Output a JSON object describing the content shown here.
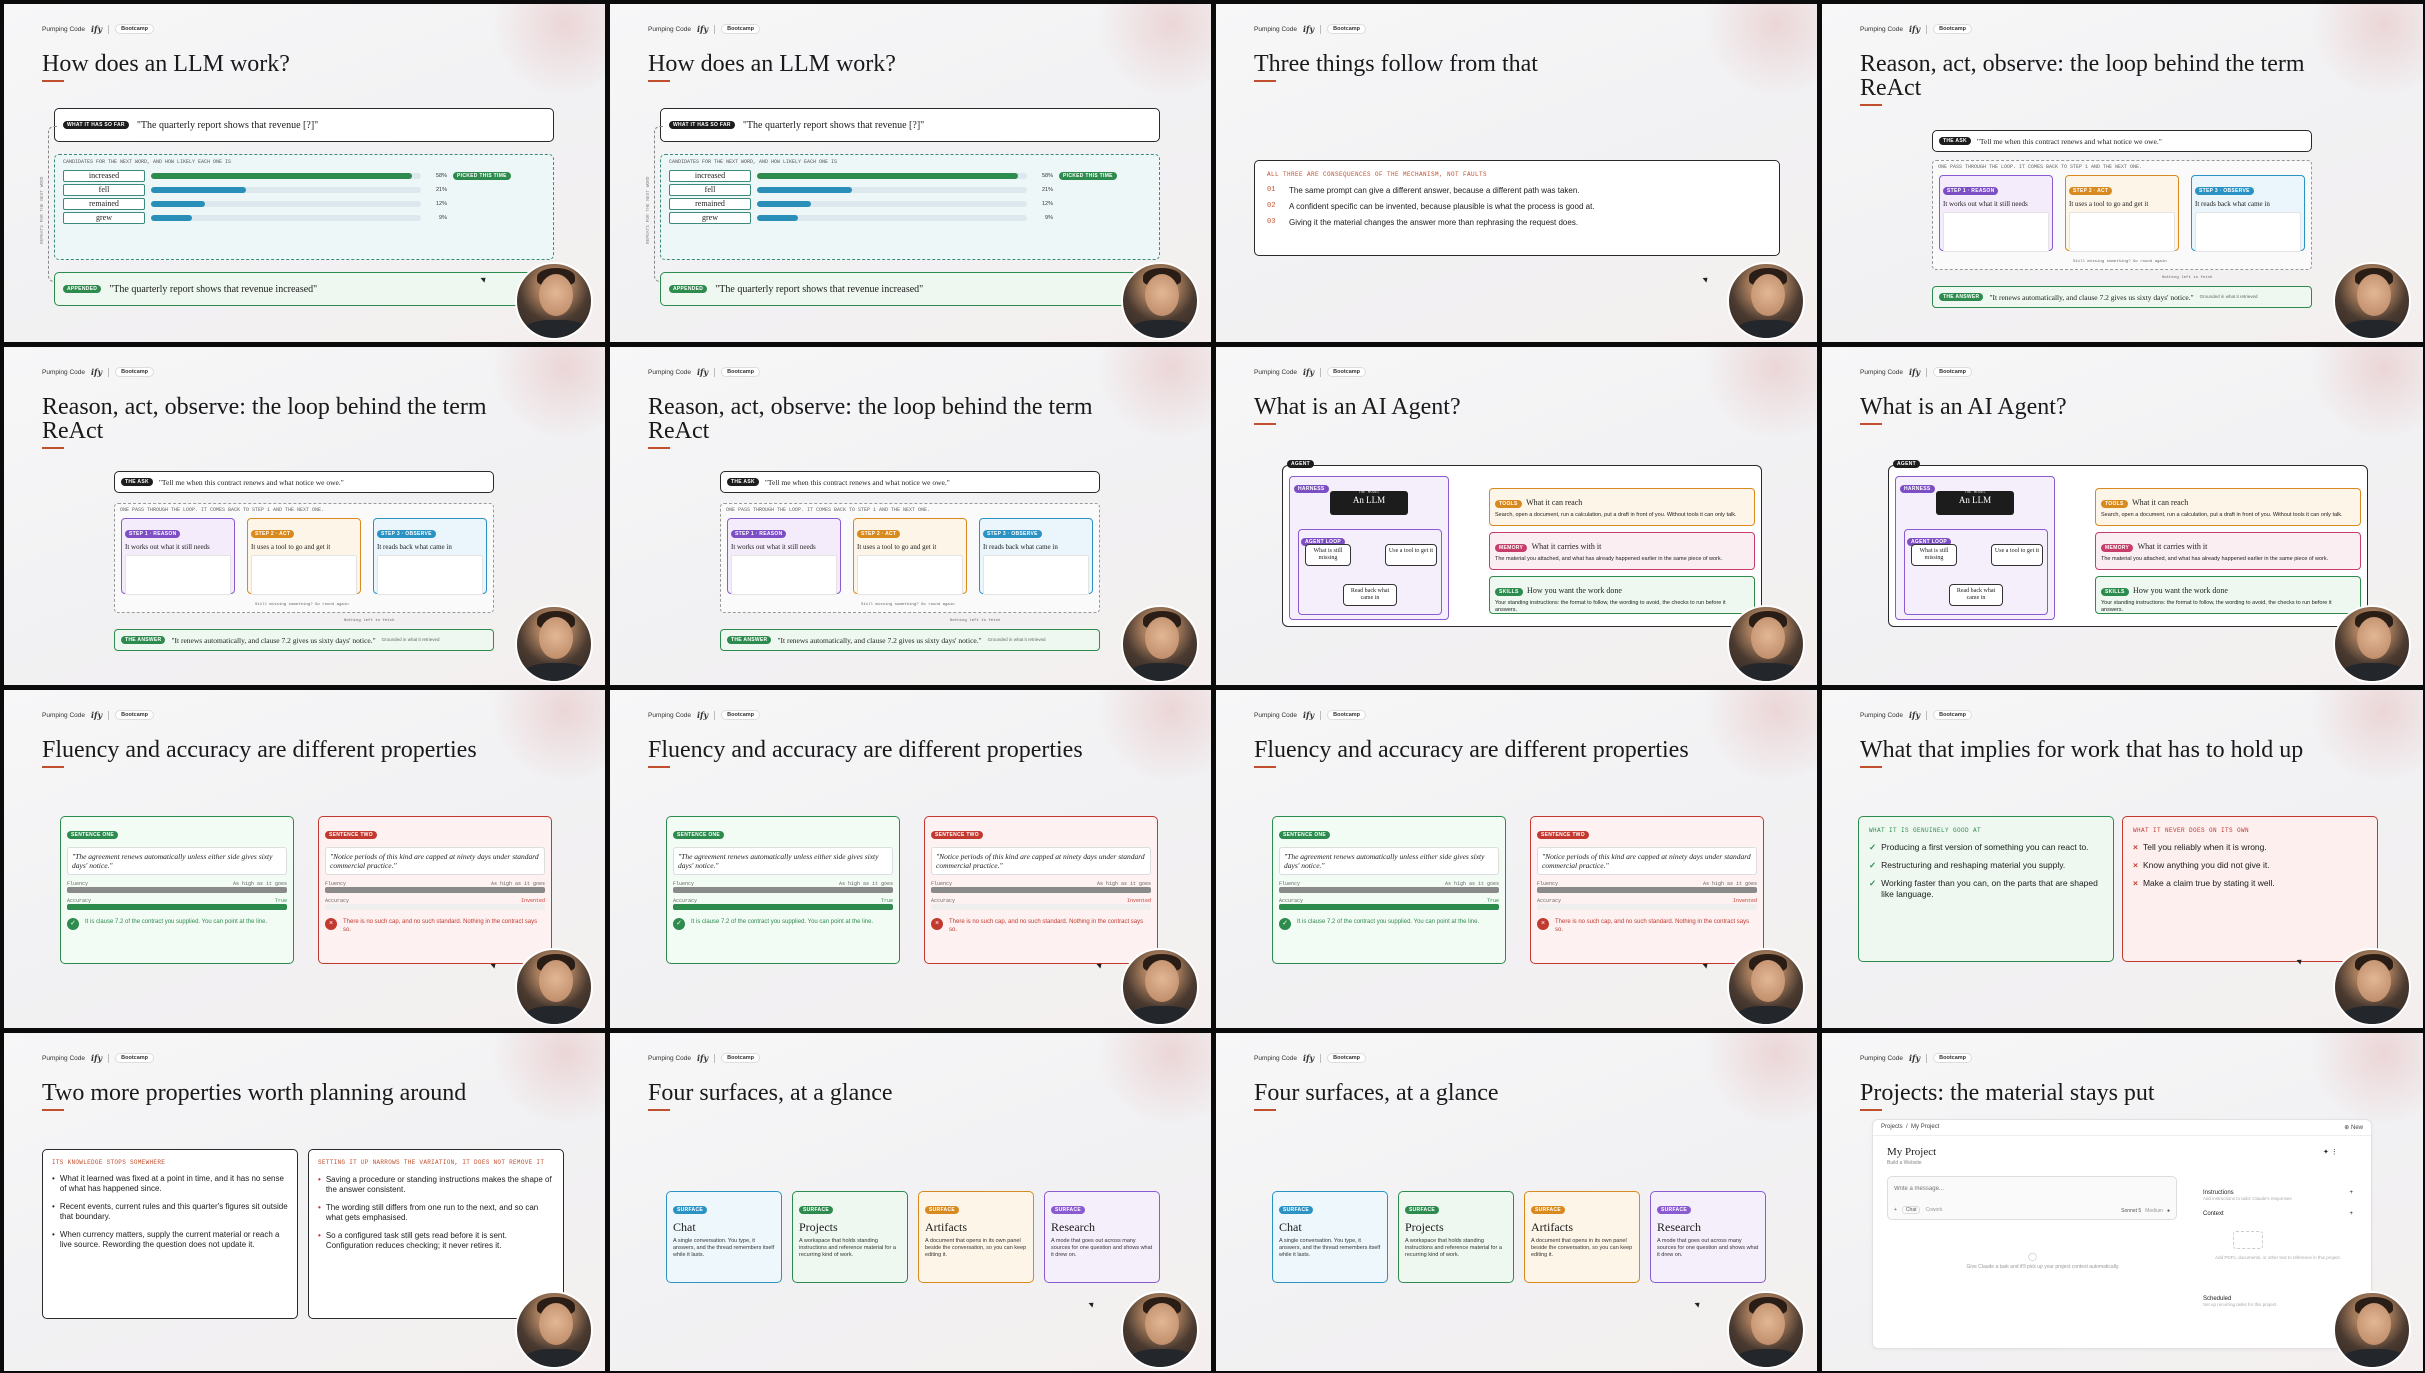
{
  "brand": {
    "name": "Pumping Code",
    "mark": "ify",
    "pill": "Bootcamp"
  },
  "slides": {
    "s1": {
      "title": "How does an LLM work?",
      "prompt_tag": "What it has so far",
      "prompt_text": "\"The quarterly report shows that revenue [?]\"",
      "candidates_label": "Candidates for the next word, and how likely each one is",
      "side_label": "Repeats for the next word",
      "picked_tag": "Picked this time",
      "appended_tag": "Appended",
      "appended_text": "\"The quarterly report shows that revenue increased\"",
      "words": [
        {
          "word": "increased",
          "pct": "58%",
          "value": 58,
          "color": "#2e8b4e"
        },
        {
          "word": "fell",
          "pct": "21%",
          "value": 21,
          "color": "#2a8fb8"
        },
        {
          "word": "remained",
          "pct": "12%",
          "value": 12,
          "color": "#2a8fb8"
        },
        {
          "word": "grew",
          "pct": "9%",
          "value": 9,
          "color": "#2a8fb8"
        }
      ]
    },
    "s2": {
      "title": "How does an LLM work?",
      "prompt_tag": "What it has so far",
      "prompt_text": "\"The quarterly report shows that revenue [?]\"",
      "candidates_label": "Candidates for the next word, and how likely each one is",
      "side_label": "Repeats for the next word",
      "picked_tag": "Picked this time",
      "appended_tag": "Appended",
      "appended_text": "\"The quarterly report shows that revenue increased\"",
      "words": [
        {
          "word": "increased",
          "pct": "58%",
          "value": 58,
          "color": "#2e8b4e"
        },
        {
          "word": "fell",
          "pct": "21%",
          "value": 21,
          "color": "#2a8fb8"
        },
        {
          "word": "remained",
          "pct": "12%",
          "value": 12,
          "color": "#2a8fb8"
        },
        {
          "word": "grew",
          "pct": "9%",
          "value": 9,
          "color": "#2a8fb8"
        }
      ]
    },
    "s3": {
      "title": "Three things follow from that",
      "heading": "All three are consequences of the mechanism, not faults",
      "items": [
        {
          "num": "01",
          "text": "The same prompt can give a different answer, because a different path was taken."
        },
        {
          "num": "02",
          "text": "A confident specific can be invented, because plausible is what the process is good at."
        },
        {
          "num": "03",
          "text": "Giving it the material changes the answer more than rephrasing the request does."
        }
      ]
    },
    "react": {
      "title": "Reason, act, observe: the loop behind the term ReAct",
      "ask_tag": "The ask",
      "ask_text": "\"Tell me when this contract renews and what notice we owe.\"",
      "loop_label": "One pass through the loop. It comes back to step 1 and the next one.",
      "step1_tag": "Step 1 · Reason",
      "step1_title": "It works out what it still needs",
      "step2_tag": "Step 2 · Act",
      "step2_title": "It uses a tool to go and get it",
      "step3_tag": "Step 3 · Observe",
      "step3_title": "It reads back what came in",
      "loop_back": "Still missing something? Go round again",
      "return_label": "Nothing left to fetch",
      "answer_tag": "The answer",
      "answer_text": "\"It renews automatically, and clause 7.2 gives us sixty days' notice.\"",
      "grounded": "Grounded in what it retrieved"
    },
    "agent": {
      "title": "What is an AI Agent?",
      "agent_tag": "Agent",
      "harness_tag": "Harness",
      "model_label": "The model",
      "model_name": "An LLM",
      "loop_tag": "Agent loop",
      "n1": "What is still missing",
      "n2": "Use a tool to get it",
      "n3": "Read back what came in",
      "tools_tag": "Tools",
      "tools_title": "What it can reach",
      "tools_text": "Search, open a document, run a calculation, put a draft in front of you. Without tools it can only talk.",
      "memory_tag": "Memory",
      "memory_title": "What it carries with it",
      "memory_text": "The material you attached, and what has already happened earlier in the same piece of work.",
      "skills_tag": "Skills",
      "skills_title": "How you want the work done",
      "skills_text": "Your standing instructions: the format to follow, the wording to avoid, the checks to run before it answers."
    },
    "fluency": {
      "title": "Fluency and accuracy are different properties",
      "left_tag": "Sentence one",
      "left_quote": "\"The agreement renews automatically unless either side gives sixty days' notice.\"",
      "right_tag": "Sentence two",
      "right_quote": "\"Notice periods of this kind are capped at ninety days under standard commercial practice.\"",
      "fluency_label": "Fluency",
      "fluency_value": "As high as it goes",
      "accuracy_label": "Accuracy",
      "accuracy_true": "True",
      "accuracy_false": "Invented",
      "left_note": "It is clause 7.2 of the contract you supplied. You can point at the line.",
      "right_note": "There is no such cap, and no such standard. Nothing in the contract says so."
    },
    "implies": {
      "title": "What that implies for work that has to hold up",
      "good_heading": "What it is genuinely good at",
      "good": [
        "Producing a first version of something you can react to.",
        "Restructuring and reshaping material you supply.",
        "Working faster than you can, on the parts that are shaped like language."
      ],
      "never_heading": "What it never does on its own",
      "never": [
        "Tell you reliably when it is wrong.",
        "Know anything you did not give it.",
        "Make a claim true by stating it well."
      ]
    },
    "two": {
      "title": "Two more properties worth planning around",
      "left_heading": "Its knowledge stops somewhere",
      "left": [
        "What it learned was fixed at a point in time, and it has no sense of what has happened since.",
        "Recent events, current rules and this quarter's figures sit outside that boundary.",
        "When currency matters, supply the current material or reach a live source. Rewording the question does not update it."
      ],
      "right_heading": "Setting it up narrows the variation, it does not remove it",
      "right": [
        "Saving a procedure or standing instructions makes the shape of the answer consistent.",
        "The wording still differs from one run to the next, and so can what gets emphasised.",
        "So a configured task still gets read before it is sent. Configuration reduces checking; it never retires it."
      ]
    },
    "surfaces": {
      "title": "Four surfaces, at a glance",
      "tag": "Surface",
      "cards": [
        {
          "name": "Chat",
          "text": "A single conversation. You type, it answers, and the thread remembers itself while it lasts.",
          "color": "#2b93c4",
          "bg": "#eef7fc"
        },
        {
          "name": "Projects",
          "text": "A workspace that holds standing instructions and reference material for a recurring kind of work.",
          "color": "#2e8b4e",
          "bg": "#eef8f1"
        },
        {
          "name": "Artifacts",
          "text": "A document that opens in its own panel beside the conversation, so you can keep editing it.",
          "color": "#d98a1e",
          "bg": "#fdf5e8"
        },
        {
          "name": "Research",
          "text": "A mode that goes out across many sources for one question and shows what it drew on.",
          "color": "#8a5bd0",
          "bg": "#f5effc"
        }
      ]
    },
    "projects": {
      "title": "Projects: the material stays put",
      "crumb1": "Projects",
      "crumb2": "My Project",
      "new_label": "New",
      "project_name": "My Project",
      "project_sub": "Build a Website",
      "input_placeholder": "Write a message...",
      "chat_label": "Chat",
      "cowork_label": "Cowork",
      "model": "Sonnet 5",
      "effort": "Medium",
      "start_hint": "Give Claude a task and it'll pick up your project context automatically.",
      "instructions": "Instructions",
      "instructions_sub": "Add instructions to tailor Claude's responses",
      "context": "Context",
      "context_hint": "Add PDFs, documents, or other text to reference in this project.",
      "scheduled": "Scheduled",
      "scheduled_sub": "Set up recurring tasks for this project"
    }
  }
}
